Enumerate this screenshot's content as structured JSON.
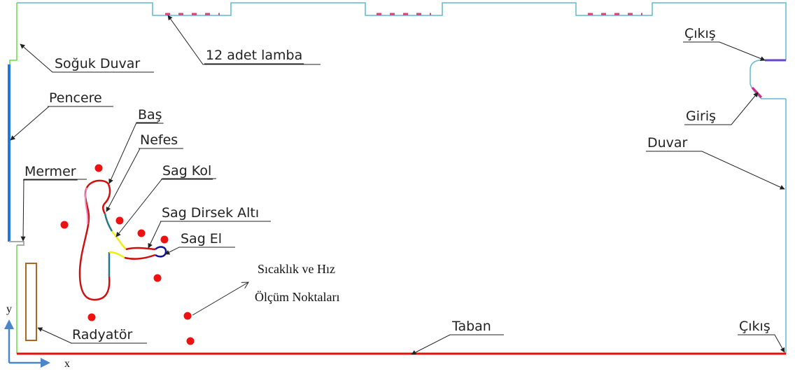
{
  "labels": {
    "lamba": "12 adet lamba",
    "soguk_duvar": "Soğuk Duvar",
    "pencere": "Pencere",
    "bas": "Baş",
    "nefes": "Nefes",
    "sag_kol": "Sag Kol",
    "mermer": "Mermer",
    "sag_dirsek_alti": "Sag Dirsek Altı",
    "sag_el": "Sag El",
    "radyator": "Radyatör",
    "taban": "Taban",
    "cikis_top": "Çıkış",
    "giris": "Giriş",
    "duvar": "Duvar",
    "cikis_bottom": "Çıkış"
  },
  "measurement": {
    "line1": "Sıcaklık ve Hız",
    "line2": "Ölçüm Noktaları"
  },
  "axes": {
    "x": "x",
    "y": "y"
  },
  "colors": {
    "wall": "#5fb8d0",
    "cold_wall": "#66dd44",
    "window": "#2277dd",
    "floor": "#dd1111",
    "lamp": "#e0407a",
    "head_body": "#cc1111",
    "torso_front": "#ee88bb",
    "breath": "#227788",
    "arm": "#eeee11",
    "forearm": "#cc1111",
    "hand": "#111199",
    "radiator": "#aa6622",
    "marble": "#aaaaaa",
    "outlet": "#6644cc",
    "inlet": "#dd2288",
    "point": "#ee1111",
    "axis_arrow": "#4a86c8"
  }
}
